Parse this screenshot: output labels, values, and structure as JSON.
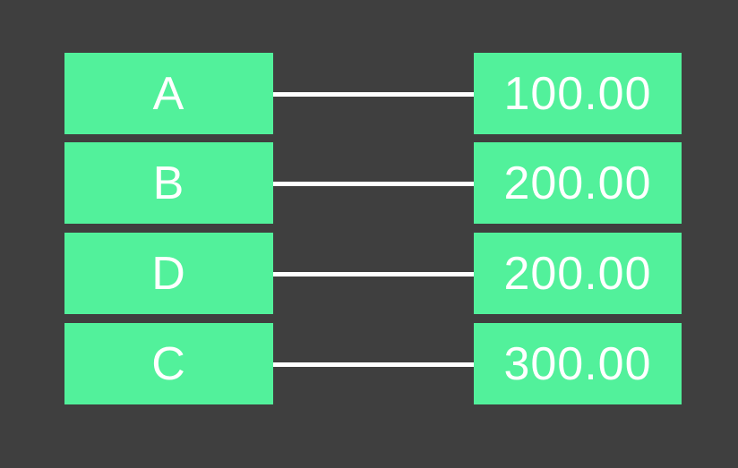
{
  "canvas": {
    "background_color": "#3F3F3F",
    "node_color": "#52F19B",
    "text_color": "#FFFFFF",
    "edge_color": "#FFFFFF"
  },
  "rows": [
    {
      "label": "A",
      "value": "100.00"
    },
    {
      "label": "B",
      "value": "200.00"
    },
    {
      "label": "D",
      "value": "200.00"
    },
    {
      "label": "C",
      "value": "300.00"
    }
  ]
}
